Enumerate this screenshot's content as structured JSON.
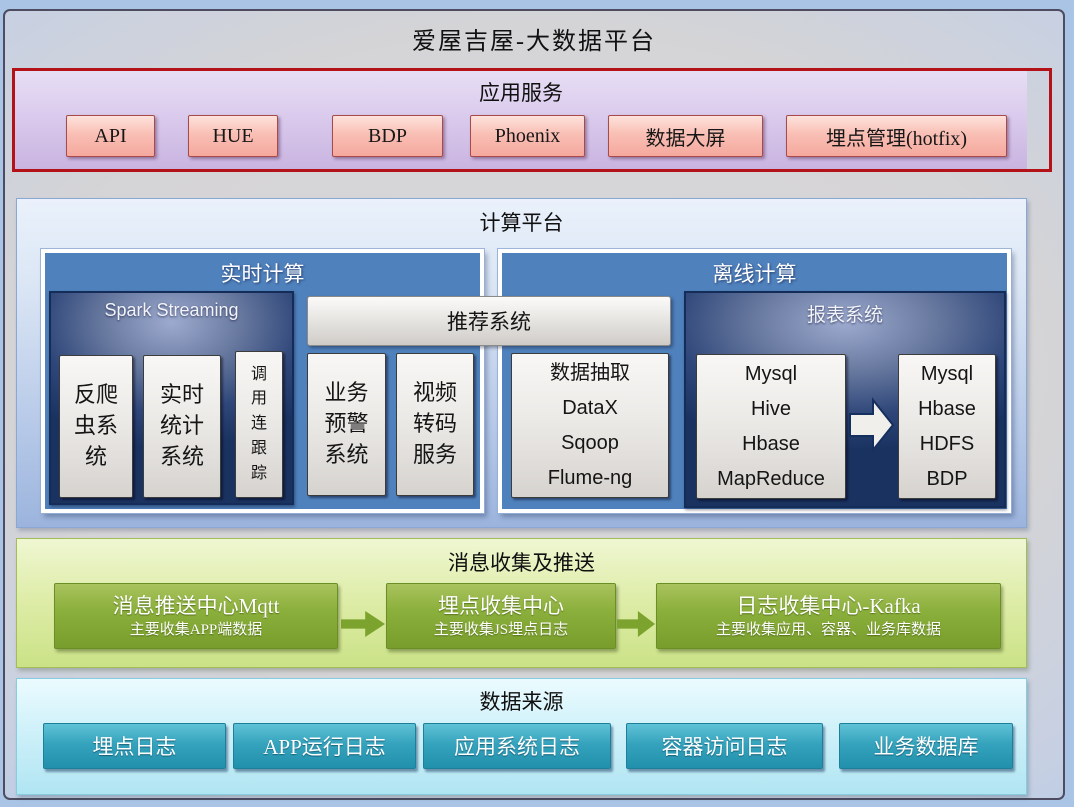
{
  "title": "爱屋吉屋-大数据平台",
  "app_services": {
    "title": "应用服务",
    "items": [
      "API",
      "HUE",
      "BDP",
      "Phoenix",
      "数据大屏",
      "埋点管理(hotfix)"
    ]
  },
  "compute_platform": {
    "title": "计算平台",
    "recommend_box": "推荐系统",
    "realtime": {
      "title": "实时计算",
      "spark": {
        "title": "Spark Streaming",
        "items": [
          "反爬虫系统",
          "实时统计系统",
          "调用连跟踪"
        ]
      },
      "extra_items": [
        "业务预警系统",
        "视频转码服务"
      ]
    },
    "offline": {
      "title": "离线计算",
      "extract_box": {
        "title": "数据抽取",
        "items": [
          "DataX",
          "Sqoop",
          "Flume-ng"
        ]
      },
      "report": {
        "title": "报表系统",
        "source_items": [
          "Mysql",
          "Hive",
          "Hbase",
          "MapReduce"
        ],
        "target_items": [
          "Mysql",
          "Hbase",
          "HDFS",
          "BDP"
        ]
      }
    }
  },
  "message_layer": {
    "title": "消息收集及推送",
    "nodes": [
      {
        "title": "消息推送中心Mqtt",
        "subtitle": "主要收集APP端数据"
      },
      {
        "title": "埋点收集中心",
        "subtitle": "主要收集JS埋点日志"
      },
      {
        "title": "日志收集中心-Kafka",
        "subtitle": "主要收集应用、容器、业务库数据"
      }
    ]
  },
  "data_sources": {
    "title": "数据来源",
    "items": [
      "埋点日志",
      "APP运行日志",
      "应用系统日志",
      "容器访问日志",
      "业务数据库"
    ]
  },
  "colors": {
    "accent_red_border": "#b41219",
    "purple_section": "#d4c2e8",
    "pink_node": "#f8b9ae",
    "platform_blue": "#4f81bd",
    "navy_panel": "#1a3260",
    "gray_node": "#e8e6e3",
    "green_node": "#8cb03c",
    "teal_node": "#2f9fba",
    "frame_background": "#d5d4d6"
  }
}
